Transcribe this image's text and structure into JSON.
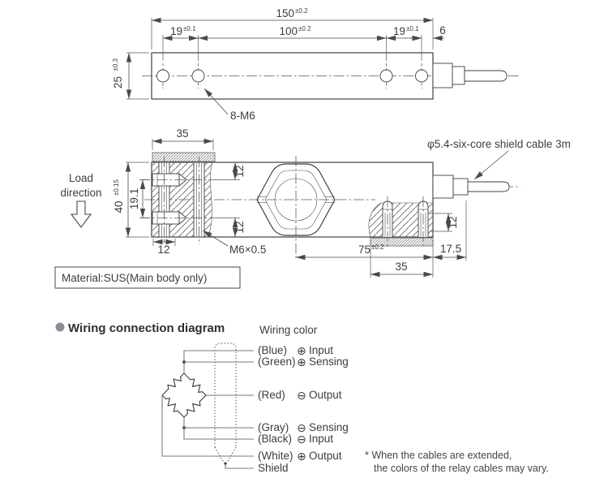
{
  "top_view": {
    "dims": {
      "overall": {
        "v": "150",
        "t": "±0.2"
      },
      "pitch_left": {
        "v": "19",
        "t": "±0.1"
      },
      "pitch_center": {
        "v": "100",
        "t": "±0.2"
      },
      "pitch_right": {
        "v": "19",
        "t": "±0.1"
      },
      "end_offset": {
        "v": "6"
      },
      "width": {
        "v": "25",
        "t": "±0.3"
      }
    },
    "thread_label": "8-M6"
  },
  "side_view": {
    "load_direction_line1": "Load",
    "load_direction_line2": "direction",
    "cable_label": "φ5.4-six-core shield cable 3m",
    "material_label": "Material:SUS(Main body only)",
    "thread_label": "M6×0.5",
    "dims": {
      "block_width_left": "35",
      "height": {
        "v": "40",
        "t": "±0.15"
      },
      "bolt_pitch": "19.1",
      "edge_top": "12",
      "edge_bottom": "12",
      "hole_offset": "12",
      "stud_len": "12",
      "pitch_right": {
        "v": "75",
        "t": "±0.2"
      },
      "end_offset": "17.5",
      "block_width_right": "35"
    }
  },
  "wiring": {
    "heading": "Wiring connection diagram",
    "color_title": "Wiring color",
    "rows": [
      {
        "color": "(Blue)",
        "sign": "⊕",
        "func": "Input"
      },
      {
        "color": "(Green)",
        "sign": "⊕",
        "func": "Sensing"
      },
      {
        "color": "(Red)",
        "sign": "⊖",
        "func": "Output"
      },
      {
        "color": "(Gray)",
        "sign": "⊖",
        "func": "Sensing"
      },
      {
        "color": "(Black)",
        "sign": "⊖",
        "func": "Input"
      },
      {
        "color": "(White)",
        "sign": "⊕",
        "func": "Output"
      }
    ],
    "shield_label": "Shield",
    "note1": "* When the cables are extended,",
    "note2": "the colors of the relay cables may vary."
  }
}
